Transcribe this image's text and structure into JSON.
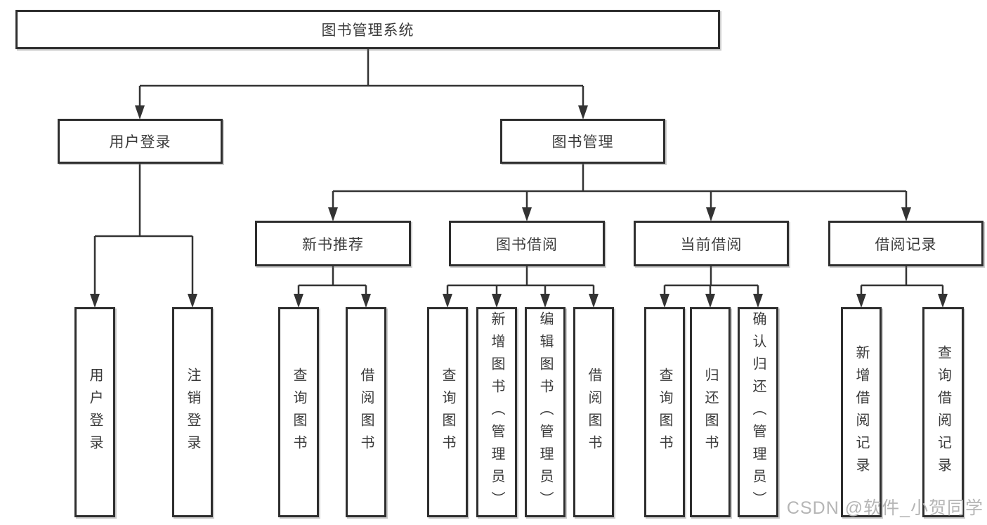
{
  "diagram_type": "hierarchy-tree",
  "tree": {
    "label": "图书管理系统",
    "children": [
      {
        "label": "用户登录",
        "children": [
          {
            "label": "用户登录"
          },
          {
            "label": "注销登录"
          }
        ]
      },
      {
        "label": "图书管理",
        "children": [
          {
            "label": "新书推荐",
            "children": [
              {
                "label": "查询图书"
              },
              {
                "label": "借阅图书"
              }
            ]
          },
          {
            "label": "图书借阅",
            "children": [
              {
                "label": "查询图书"
              },
              {
                "label": "新增图书（管理员）"
              },
              {
                "label": "编辑图书（管理员）"
              },
              {
                "label": "借阅图书"
              }
            ]
          },
          {
            "label": "当前借阅",
            "children": [
              {
                "label": "查询图书"
              },
              {
                "label": "归还图书"
              },
              {
                "label": "确认归还（管理员）"
              }
            ]
          },
          {
            "label": "借阅记录",
            "children": [
              {
                "label": "新增借阅记录"
              },
              {
                "label": "查询借阅记录"
              }
            ]
          }
        ]
      }
    ]
  },
  "watermark": {
    "text": "CSDN @软件_小贺同学"
  },
  "colors": {
    "background": "#ffffff",
    "line": "#333333",
    "box_border": "#2e2e2e",
    "text": "#3b3b3b",
    "watermark": "#b5b5b5"
  }
}
